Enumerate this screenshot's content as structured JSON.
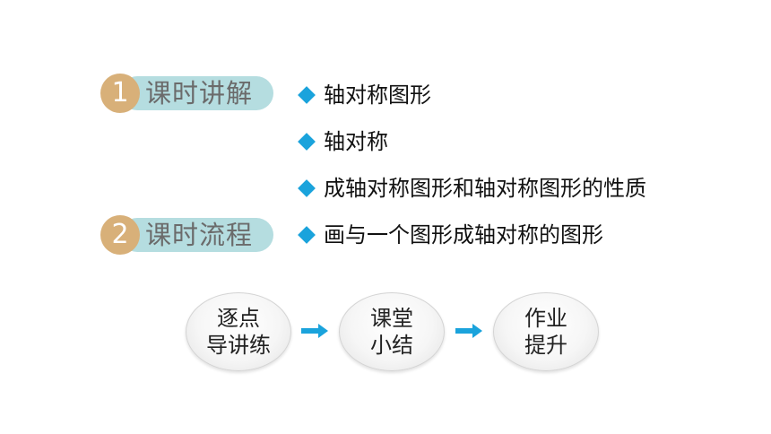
{
  "sections": [
    {
      "number": "1",
      "label": "课时讲解"
    },
    {
      "number": "2",
      "label": "课时流程"
    }
  ],
  "topics": [
    "轴对称图形",
    "轴对称",
    "成轴对称图形和轴对称图形的性质",
    "画与一个图形成轴对称的图形"
  ],
  "flow": [
    {
      "line1": "逐点",
      "line2": "导讲练"
    },
    {
      "line1": "课堂",
      "line2": "小结"
    },
    {
      "line1": "作业",
      "line2": "提升"
    }
  ],
  "colors": {
    "number_circle": "#d8b079",
    "section_pill": "#b5dde0",
    "section_text": "#6b6b6b",
    "bullet_diamond": "#1aa3dc",
    "flow_arrow": "#1aa3dc"
  }
}
